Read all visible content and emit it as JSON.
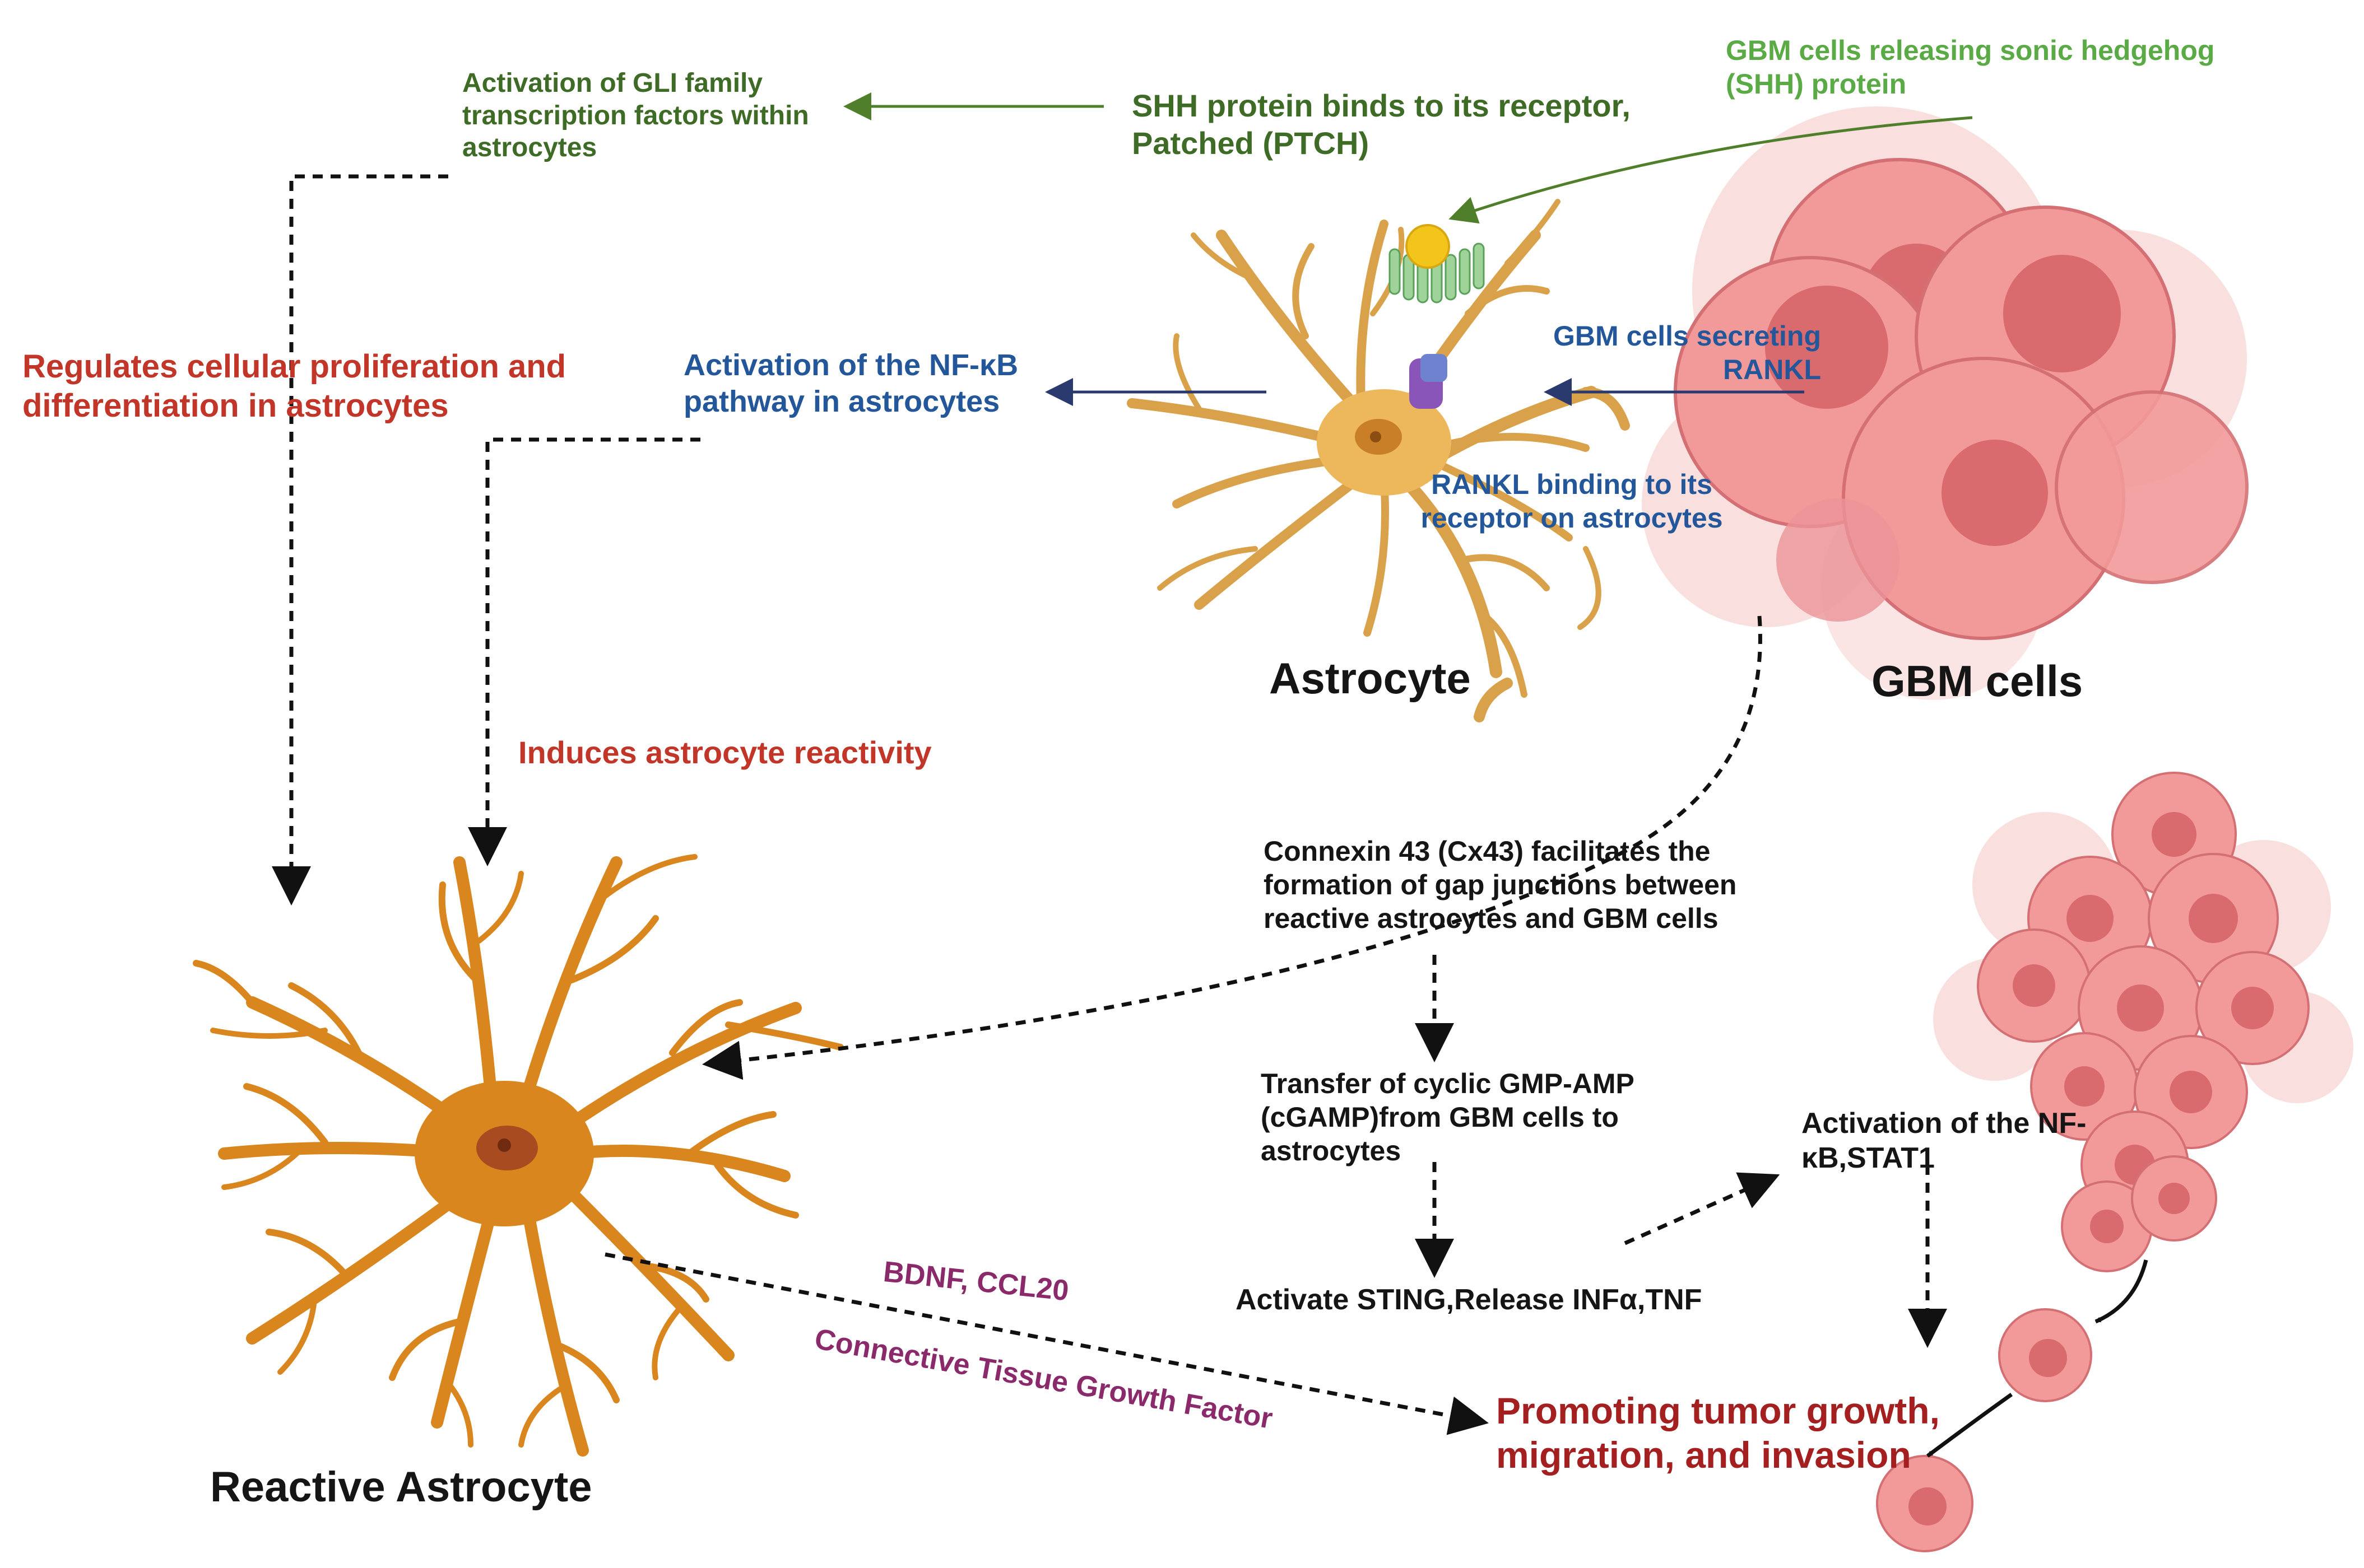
{
  "labels": {
    "gbm_shh": "GBM cells releasing sonic hedgehog (SHH) protein",
    "shh_binds": "SHH protein binds to its receptor, Patched (PTCH)",
    "gli": "Activation of GLI family transcription factors within astrocytes",
    "regulates": "Regulates cellular proliferation and differentiation in astrocytes",
    "nfkb_astro": "Activation of the NF-κB pathway in astrocytes",
    "gbm_rankl": "GBM cells secreting RANKL",
    "rankl_binding": "RANKL binding to its receptor on astrocytes",
    "astrocyte": "Astrocyte",
    "gbm_cells": "GBM cells",
    "induces": "Induces astrocyte reactivity",
    "cx43": "Connexin 43 (Cx43) facilitates the formation of gap junctions between reactive astrocytes and GBM cells",
    "cgamp": "Transfer of cyclic GMP-AMP (cGAMP)from GBM cells to astrocytes",
    "sting": "Activate STING,Release INFα,TNF",
    "nfkb_stat1": "Activation of the NF-κB,STAT1",
    "bdnf": "BDNF, CCL20",
    "ctgf": "Connective Tissue Growth Factor",
    "promoting": "Promoting tumor growth, migration, and invasion",
    "reactive": "Reactive Astrocyte"
  },
  "colors": {
    "background": "#ffffff",
    "shh_arrow": "#4f7f2a",
    "nfkb_arrow": "#2b3a6e",
    "astrocyte_body": "#edb85c",
    "reactive_astrocyte_body": "#d9861e",
    "gbm_cell": "#f29a9a",
    "gbm_nucleus": "#d96a6e"
  }
}
